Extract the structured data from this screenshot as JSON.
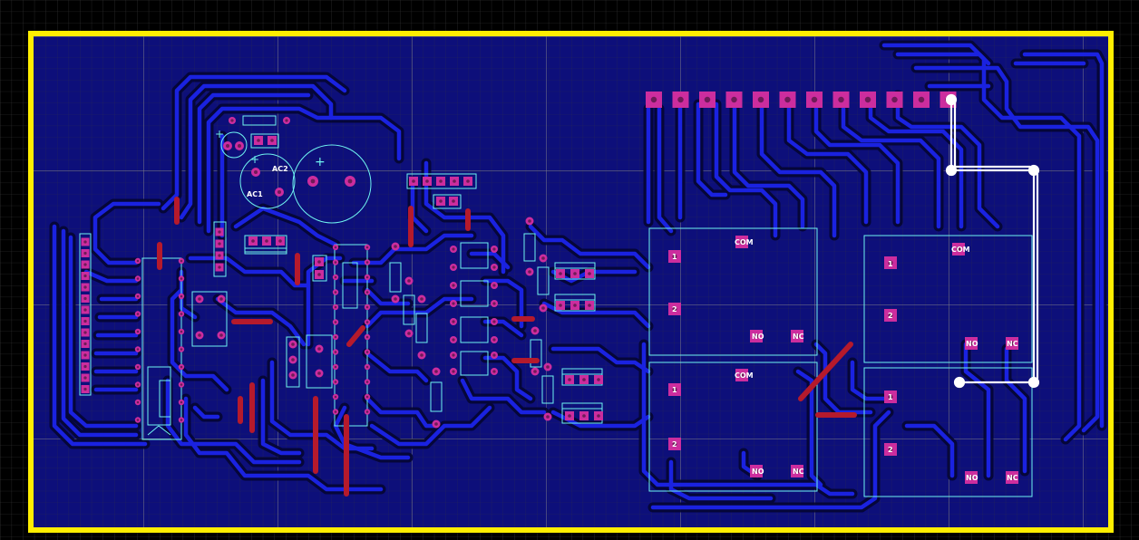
{
  "board": {
    "colors": {
      "background": "#000000",
      "board_fill": "#0d0f7a",
      "outline": "#ffee00",
      "trace": "#1a22e0",
      "trace_dark": "#050632",
      "pad": "#cc2d9e",
      "silkscreen": "#6ff3f0",
      "jumper": "#b51a2c",
      "top_trace": "#ffffff"
    },
    "labels": {
      "ac1": "AC1",
      "ac2": "AC2",
      "plus_a": "+",
      "plus_b": "+",
      "plus_c": "+"
    },
    "relays": [
      {
        "com": "COM",
        "pin1": "1",
        "pin2": "2",
        "no": "NO",
        "nc": "NC"
      },
      {
        "com": "COM",
        "pin1": "1",
        "pin2": "2",
        "no": "NO",
        "nc": "NC"
      },
      {
        "com": "COM",
        "pin1": "1",
        "pin2": "2",
        "no": "NO",
        "nc": "NC"
      },
      {
        "com": "",
        "pin1": "1",
        "pin2": "2",
        "no": "NO",
        "nc": "NC"
      }
    ],
    "header_pin_count": 12
  }
}
